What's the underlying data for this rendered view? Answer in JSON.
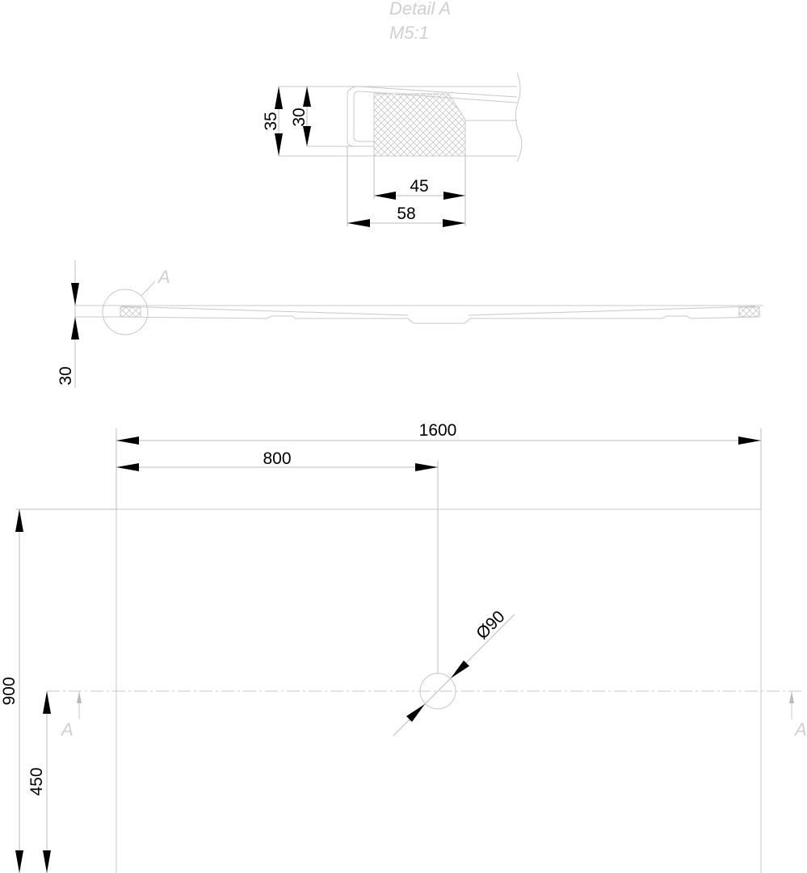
{
  "detail": {
    "title": "Detail A",
    "scale": "M5:1",
    "dim_height_total": "35",
    "dim_height_inner": "30",
    "dim_width_inner": "45",
    "dim_width_outer": "58"
  },
  "side_view": {
    "dim_height": "30",
    "detail_marker": "A"
  },
  "plan_view": {
    "dim_length": "1600",
    "dim_half_length": "800",
    "dim_width": "900",
    "dim_half_width": "450",
    "drain_diameter": "Ø90",
    "section_left": "A",
    "section_right": "A"
  }
}
